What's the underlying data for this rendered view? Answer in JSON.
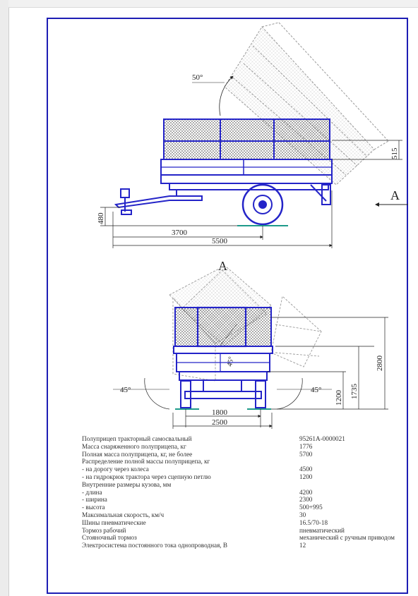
{
  "drawing": {
    "labels": {
      "tilt_angle": "50°",
      "side_height": "515",
      "view_arrow": "A",
      "hitch_height": "480",
      "wheel_base": "3700",
      "overall_length": "5500",
      "view_title": "A",
      "side_tilt_left": "45°",
      "side_tilt_right": "45°",
      "inner_angle": "45°",
      "height_full": "2800",
      "height_body": "1735",
      "height_frame": "1200",
      "track_width": "1800",
      "overall_width": "2500"
    },
    "colors": {
      "outline": "#1d1db4",
      "body": "#2424c8",
      "ghost": "#9a9a9a",
      "ground": "#1e9a8a",
      "ink": "#222222"
    }
  },
  "specs": [
    {
      "label": "Полуприцеп тракторный самосвальный",
      "value": "95261А-0000021"
    },
    {
      "label": "Масса снаряженного полуприцепа, кг",
      "value": "1776"
    },
    {
      "label": "Полная масса полуприцепа, кг, не более",
      "value": "5700"
    },
    {
      "label": "Распределение полной массы полуприцепа, кг",
      "value": ""
    },
    {
      "label": "- на дорогу через колеса",
      "value": "4500"
    },
    {
      "label": "- на гидрокрюк трактора через сцепную петлю",
      "value": "1200"
    },
    {
      "label": "Внутренние размеры кузова, мм",
      "value": ""
    },
    {
      "label": "- длина",
      "value": "4200"
    },
    {
      "label": "- ширина",
      "value": "2300"
    },
    {
      "label": "- высота",
      "value": "500+995"
    },
    {
      "label": "Максимальная скорость, км/ч",
      "value": "30"
    },
    {
      "label": "Шины пневматические",
      "value": "16.5/70-18"
    },
    {
      "label": "Тормоз рабочий",
      "value": "пневматический"
    },
    {
      "label": "Стояночный тормоз",
      "value": "механический с ручным приводом"
    },
    {
      "label": "Электросистема постоянного тока однопроводная, В",
      "value": "12"
    }
  ]
}
